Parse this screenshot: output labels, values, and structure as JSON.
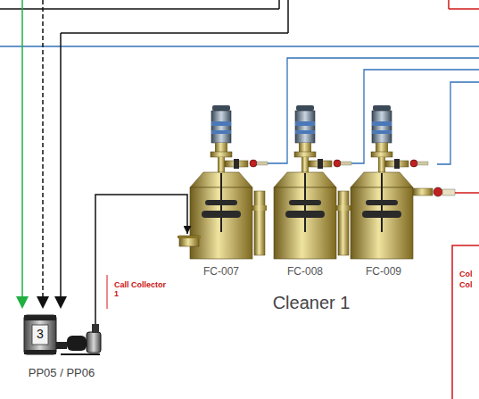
{
  "diagram": {
    "nodes": [
      {
        "text": [
          "FC-007"
        ]
      },
      {
        "text": [
          "FC-008"
        ]
      },
      {
        "text": [
          "FC-009"
        ]
      },
      {
        "text": [
          "3",
          "PP05 / PP06"
        ]
      }
    ],
    "edges": [
      {
        "from": 3,
        "to": 0,
        "arrow": "to"
      }
    ],
    "labels": [
      "Cleaner 1",
      "Call Collector 1",
      "Col",
      "Col"
    ]
  }
}
